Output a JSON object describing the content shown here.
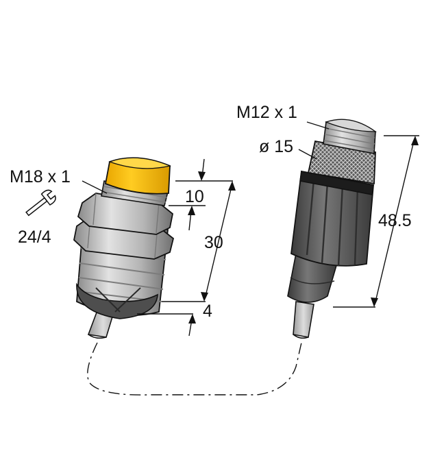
{
  "colors": {
    "sensor_face": "#f6b800",
    "metal_light": "#cfcfcf",
    "metal_mid": "#a9a9a9",
    "metal_dark": "#6e6e6e",
    "connector_body": "#555555",
    "cable": "#bdbdbd",
    "line": "#111111"
  },
  "icons": [
    "wrench-icon"
  ],
  "labels": {
    "thread_sensor": "M18 x 1",
    "wrench_size": "24/4",
    "dim_face": "10",
    "dim_length": "30",
    "dim_end": "4",
    "thread_connector": "M12 x 1",
    "connector_diameter": "ø 15",
    "connector_length": "48.5"
  }
}
